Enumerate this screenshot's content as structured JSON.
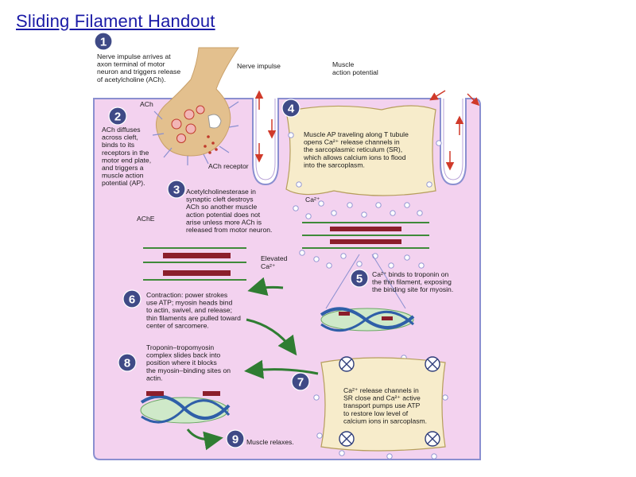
{
  "title": "Sliding Filament Handout",
  "diagram": {
    "step_numbers": [
      "1",
      "2",
      "3",
      "4",
      "5",
      "6",
      "7",
      "8",
      "9"
    ],
    "step1": [
      "Nerve impulse arrives at",
      "axon terminal of motor",
      "neuron and triggers release",
      "of acetylcholine (ACh)."
    ],
    "nerve_impulse_label": "Nerve impulse",
    "muscle_ap_label": [
      "Muscle",
      "action potential"
    ],
    "ach_label": "ACh",
    "step2": [
      "ACh diffuses",
      "across cleft,",
      "binds to its",
      "receptors in the",
      "motor end plate,",
      "and triggers a",
      "muscle action",
      "potential (AP)."
    ],
    "ach_receptor_label": "ACh receptor",
    "step4": [
      "Muscle AP traveling along T tubule",
      "opens Ca²⁺ release channels in",
      "the sarcoplasmic reticulum (SR),",
      "which allows calcium ions to flood",
      "into the sarcoplasm."
    ],
    "step3": [
      "Acetylcholinesterase in",
      "synaptic cleft destroys",
      "ACh so another muscle",
      "action potential does not",
      "arise unless more ACh is",
      "released from motor neuron."
    ],
    "ache_label": "AChE",
    "ca_label": "Ca²⁺",
    "elevated_ca_label": [
      "Elevated",
      "Ca²⁺"
    ],
    "step5": [
      "Ca²⁺ binds to troponin on",
      "the thin filament, exposing",
      "the binding site for myosin."
    ],
    "step6": [
      "Contraction: power strokes",
      "use ATP; myosin heads bind",
      "to actin, swivel, and release;",
      "thin filaments are pulled toward",
      "center of sarcomere."
    ],
    "step8": [
      "Troponin–tropomyosin",
      "complex slides back into",
      "position where it blocks",
      "the myosin–binding sites on",
      "actin."
    ],
    "step7": [
      "Ca²⁺ release channels in",
      "SR close and Ca²⁺ active",
      "transport pumps use ATP",
      "to restore low level of",
      "calcium ions in sarcoplasm."
    ],
    "step9": "Muscle relaxes."
  },
  "colors": {
    "cell_fill": "#f3d2ef",
    "cell_border": "#8a8fd0",
    "neuron": "#e3c08e",
    "arrow": "#2f7d32",
    "sr_fill": "#f7eccb",
    "number_badge": "#3f4a86"
  }
}
